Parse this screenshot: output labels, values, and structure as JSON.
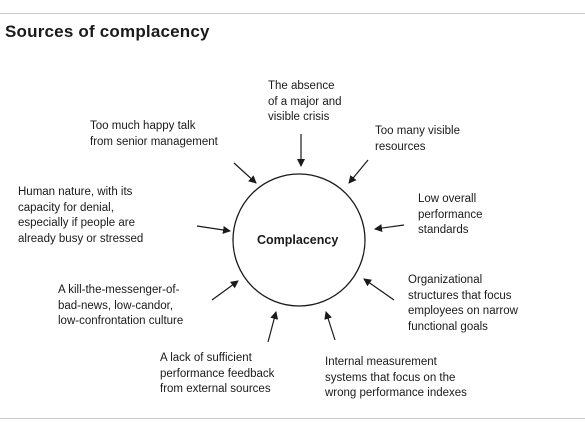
{
  "title": "Sources of complacency",
  "center": "Complacency",
  "sources": [
    "The absence\nof a major and\nvisible crisis",
    "Too many visible\nresources",
    "Low overall\nperformance\nstandards",
    "Organizational\nstructures that focus\nemployees on narrow\nfunctional goals",
    "Internal measurement\nsystems that focus on the\nwrong performance indexes",
    "A lack of sufficient\nperformance feedback\nfrom external sources",
    "A kill-the-messenger-of-\nbad-news, low-candor,\nlow-confrontation culture",
    "Human nature, with its\ncapacity for denial,\nespecially if people are\nalready busy or stressed",
    "Too much happy talk\nfrom senior management"
  ]
}
